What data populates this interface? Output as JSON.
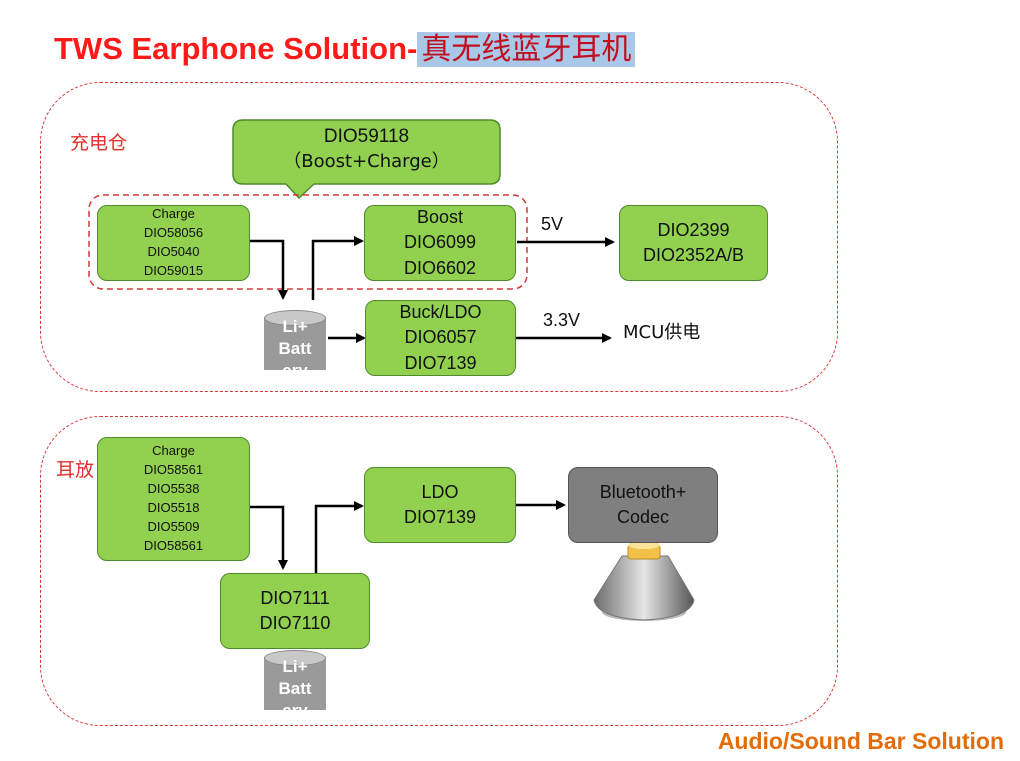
{
  "title": {
    "en": "TWS Earphone Solution-",
    "cn": "真无线蓝牙耳机"
  },
  "sections": {
    "charging_case": {
      "label": "充电仓"
    },
    "earbud": {
      "label": "耳放"
    }
  },
  "case": {
    "callout": {
      "line1": "DIO59118",
      "line2": "（Boost+Charge）"
    },
    "charge": {
      "lines": [
        "Charge",
        "DIO58056",
        "DIO5040",
        "DIO59015"
      ]
    },
    "boost": {
      "lines": [
        "Boost",
        "DIO6099",
        "DIO6602"
      ]
    },
    "buck": {
      "lines": [
        "Buck/LDO",
        "DIO6057",
        "DIO7139"
      ]
    },
    "output_5v": {
      "lines": [
        "DIO2399",
        "DIO2352A/B"
      ]
    },
    "label_5v": "5V",
    "label_33v": "3.3V",
    "mcu": "MCU供电",
    "battery": {
      "lines": [
        "Li+",
        "Batt",
        "ery"
      ]
    }
  },
  "ear": {
    "charge": {
      "lines": [
        "Charge",
        "DIO58561",
        "DIO5538",
        "DIO5518",
        "DIO5509",
        "DIO58561"
      ]
    },
    "ldo": {
      "lines": [
        "LDO",
        "DIO7139"
      ]
    },
    "codec": {
      "lines": [
        "Bluetooth+",
        "Codec"
      ]
    },
    "switch": {
      "lines": [
        "DIO7111",
        "DIO7110"
      ]
    },
    "battery": {
      "lines": [
        "Li+",
        "Batt",
        "ery"
      ]
    }
  },
  "footer": "Audio/Sound Bar Solution",
  "colors": {
    "green_box": "#92d050",
    "grey_box": "#7f7f7f",
    "title_red": "#ff1a1a",
    "footer_orange": "#e36c09",
    "dashed_red": "#d23a3a"
  },
  "icons": {
    "speaker": "speaker-icon",
    "battery": "battery-icon"
  }
}
